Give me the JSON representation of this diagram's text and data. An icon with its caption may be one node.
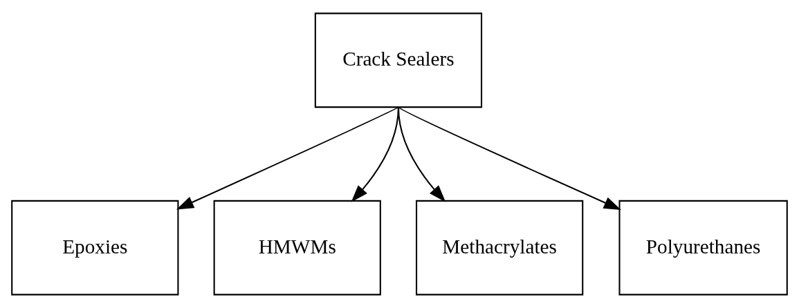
{
  "diagram": {
    "nodes": [
      {
        "text": [
          "Crack Sealers"
        ]
      },
      {
        "text": [
          "Epoxies"
        ]
      },
      {
        "text": [
          "HMWMs"
        ]
      },
      {
        "text": [
          "Methacrylates"
        ]
      },
      {
        "text": [
          "Polyurethanes"
        ]
      }
    ],
    "edges": [
      {
        "from": 0,
        "to": 1,
        "arrow": "to"
      },
      {
        "from": 0,
        "to": 2,
        "arrow": "to"
      },
      {
        "from": 0,
        "to": 3,
        "arrow": "to"
      },
      {
        "from": 0,
        "to": 4,
        "arrow": "to"
      }
    ]
  }
}
